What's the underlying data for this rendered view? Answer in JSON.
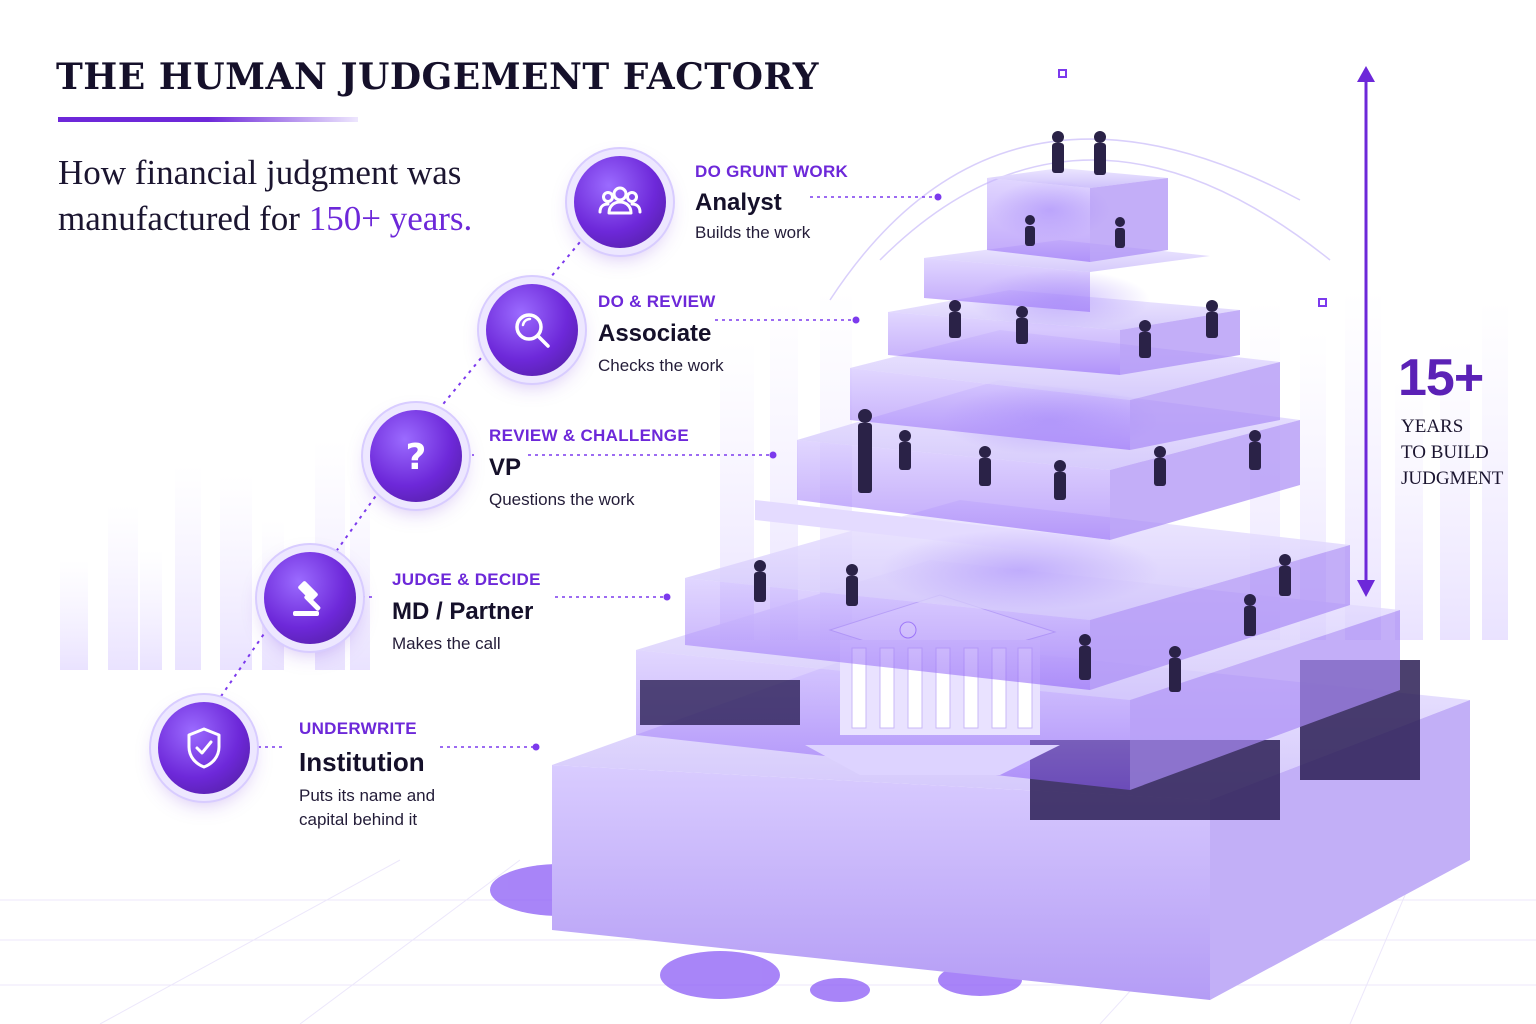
{
  "title": "THE HUMAN JUDGEMENT FACTORY",
  "subtitle": {
    "line1": "How financial judgment was",
    "line2_prefix": "manufactured for ",
    "line2_accent": "150+ years."
  },
  "stages": [
    {
      "kicker": "DO GRUNT WORK",
      "role": "Analyst",
      "description": "Builds the work",
      "icon": "people-icon"
    },
    {
      "kicker": "DO & REVIEW",
      "role": "Associate",
      "description": "Checks the work",
      "icon": "magnifier-icon"
    },
    {
      "kicker": "REVIEW & CHALLENGE",
      "role": "VP",
      "description": "Questions the work",
      "icon": "question-icon"
    },
    {
      "kicker": "JUDGE & DECIDE",
      "role": "MD / Partner",
      "description": "Makes the call",
      "icon": "gavel-icon"
    },
    {
      "kicker": "UNDERWRITE",
      "role": "Institution",
      "description_line1": "Puts its name and",
      "description_line2": "capital behind it",
      "icon": "shield-check-icon"
    }
  ],
  "years": {
    "value": "15+",
    "line1": "YEARS",
    "line2": "TO BUILD",
    "line3": "JUDGMENT"
  },
  "colors": {
    "accent": "#6d28d9",
    "accent_light": "#8b5cf6",
    "pale": "#ede7ff",
    "ink": "#15102a"
  }
}
